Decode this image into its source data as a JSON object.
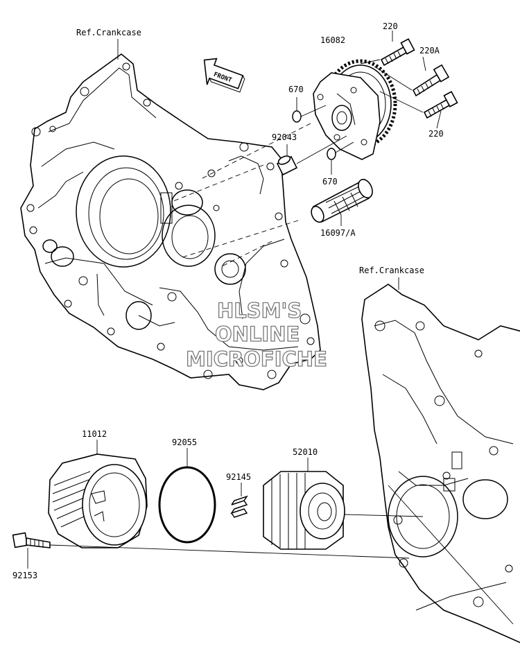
{
  "references": {
    "top": "Ref.Crankcase",
    "right": "Ref.Crankcase"
  },
  "front_arrow": "FRONT",
  "parts": {
    "sprocket": "16082",
    "bolt_top": "220",
    "bolt_a": "220A",
    "bolt_bottom": "220",
    "oring_top": "670",
    "oring_bottom": "670",
    "dowel": "92043",
    "strainer": "16097/A",
    "filter_cover": "11012",
    "oring_large": "92055",
    "spring": "92145",
    "oil_filter": "52010",
    "cover_bolt": "92153"
  },
  "watermark": {
    "line1": "HLSM'S",
    "line2": "ONLINE",
    "line3": "MICROFICHE"
  }
}
